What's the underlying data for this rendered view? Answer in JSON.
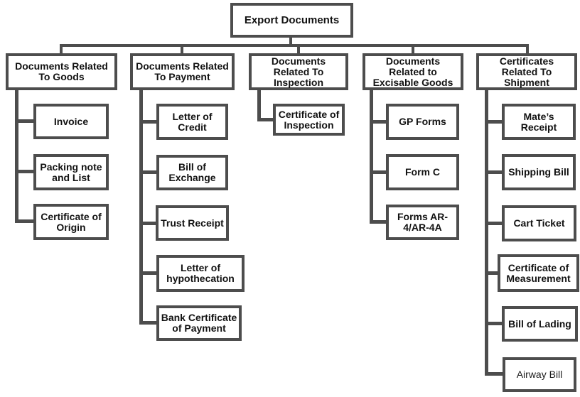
{
  "root": {
    "label": "Export Documents"
  },
  "branches": [
    {
      "label": "Documents Related\nTo Goods",
      "children": [
        {
          "label": "Invoice"
        },
        {
          "label": "Packing note\nand List"
        },
        {
          "label": "Certificate of\nOrigin"
        }
      ]
    },
    {
      "label": "Documents Related\nTo Payment",
      "children": [
        {
          "label": "Letter of\nCredit"
        },
        {
          "label": "Bill of\nExchange"
        },
        {
          "label": "Trust Receipt"
        },
        {
          "label": "Letter of\nhypothecation"
        },
        {
          "label": "Bank Certificate\nof Payment"
        }
      ]
    },
    {
      "label": "Documents\nRelated To\nInspection",
      "children": [
        {
          "label": "Certificate of\nInspection"
        }
      ]
    },
    {
      "label": "Documents\nRelated to\nExcisable Goods",
      "children": [
        {
          "label": "GP Forms"
        },
        {
          "label": "Form C"
        },
        {
          "label": "Forms AR-\n4/AR-4A"
        }
      ]
    },
    {
      "label": "Certificates\nRelated To\nShipment",
      "children": [
        {
          "label": "Mate’s\nReceipt"
        },
        {
          "label": "Shipping Bill"
        },
        {
          "label": "Cart Ticket"
        },
        {
          "label": "Certificate of\nMeasurement"
        },
        {
          "label": "Bill of Lading"
        },
        {
          "label": "Airway Bill"
        }
      ]
    }
  ],
  "colors": {
    "line": "#4d4d4d",
    "text": "#121212",
    "background": "#ffffff"
  }
}
